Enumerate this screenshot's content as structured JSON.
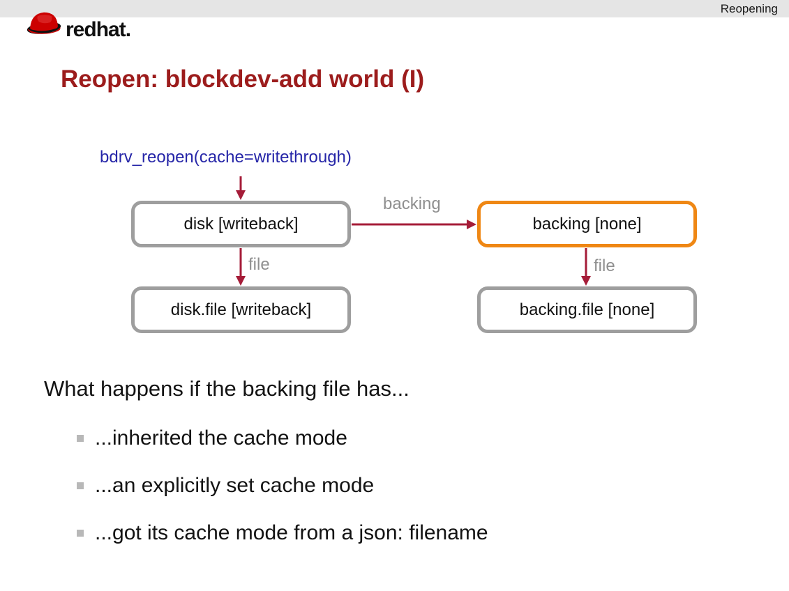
{
  "header": {
    "section_label": "Reopening"
  },
  "logo": {
    "text_red": "red",
    "text_hat": "hat."
  },
  "title": "Reopen: blockdev-add world (I)",
  "diagram": {
    "call_label": "bdrv_reopen(cache=writethrough)",
    "nodes": [
      {
        "id": "disk",
        "label": "disk [writeback]",
        "border_color": "#9e9e9e"
      },
      {
        "id": "backing",
        "label": "backing [none]",
        "border_color": "#ef8714"
      },
      {
        "id": "disk-file",
        "label": "disk.file [writeback]",
        "border_color": "#9e9e9e"
      },
      {
        "id": "backing-file",
        "label": "backing.file [none]",
        "border_color": "#9e9e9e"
      }
    ],
    "edges": {
      "backing": "backing",
      "file": "file"
    },
    "colors": {
      "arrow": "#a51c38",
      "call_text": "#2626a8",
      "edge_label": "#8f8f8f",
      "node_border_gray": "#9e9e9e",
      "node_border_orange": "#ef8714"
    }
  },
  "body": {
    "question": "What happens if the backing file has...",
    "bullets": [
      "...inherited the cache mode",
      "...an explicitly set cache mode",
      "...got its cache mode from a json: filename"
    ]
  },
  "colors": {
    "title": "#9c1c1c",
    "topbar_background": "#e5e5e5",
    "logo_red": "#cc0000"
  }
}
